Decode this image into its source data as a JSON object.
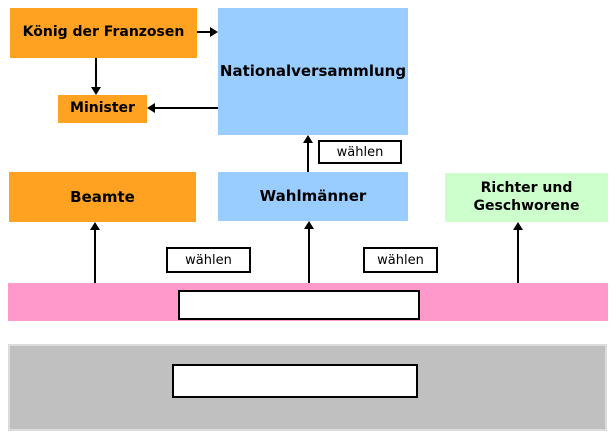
{
  "diagram": {
    "nodes": {
      "koenig": "König der Franzosen",
      "nationalversammlung": "Nationalversammlung",
      "minister": "Minister",
      "beamte": "Beamte",
      "wahlmaenner": "Wahlmänner",
      "richter": "Richter und Geschworene"
    },
    "edge_labels": {
      "waehlen_top": "wählen",
      "waehlen_bottom_left": "wählen",
      "waehlen_bottom_right": "wählen"
    },
    "blanks": {
      "pink_blank": "",
      "gray_blank": ""
    },
    "colors": {
      "executive_orange": "#ffa121",
      "legislative_blue": "#99ccff",
      "judiciary_green": "#ccffcc",
      "electorate_pink": "#ff99cc",
      "population_gray": "#c0c0c0",
      "arrow_black": "#000000",
      "background": "#ffffff"
    }
  }
}
